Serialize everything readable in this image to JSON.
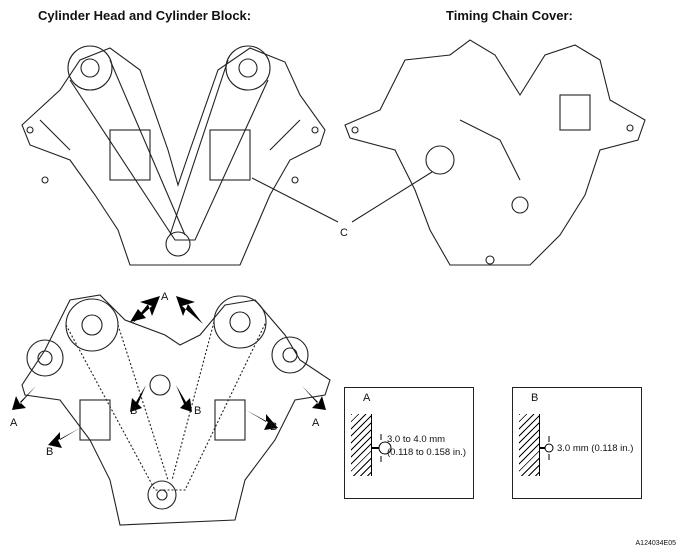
{
  "titles": {
    "left": "Cylinder Head and Cylinder Block:",
    "right": "Timing Chain Cover:"
  },
  "labels": {
    "c": "C",
    "a": "A",
    "b": "B"
  },
  "insets": {
    "a": {
      "letter": "A",
      "line1": "3.0 to 4.0 mm",
      "line2": "(0.118 to 0.158 in.)"
    },
    "b": {
      "letter": "B",
      "line1": "3.0 mm (0.118 in.)"
    }
  },
  "reference": "A124034E05"
}
